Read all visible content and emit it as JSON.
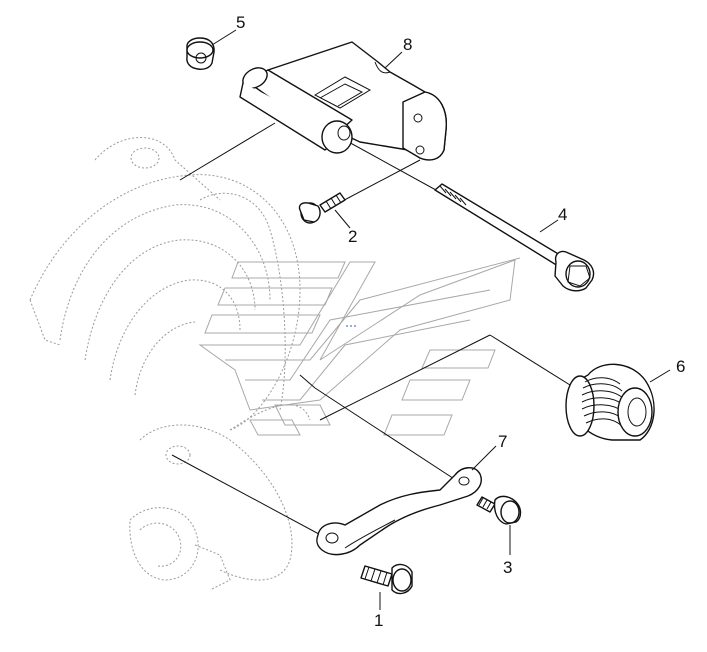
{
  "callouts": [
    {
      "id": "1",
      "label": "1"
    },
    {
      "id": "2",
      "label": "2"
    },
    {
      "id": "3",
      "label": "3"
    },
    {
      "id": "4",
      "label": "4"
    },
    {
      "id": "5",
      "label": "5"
    },
    {
      "id": "6",
      "label": "6"
    },
    {
      "id": "7",
      "label": "7"
    },
    {
      "id": "8",
      "label": "8"
    }
  ],
  "colors": {
    "line": "#111111",
    "ghost": "#9a9a9a",
    "watermark": "#555555",
    "accent": "#3355cc"
  }
}
